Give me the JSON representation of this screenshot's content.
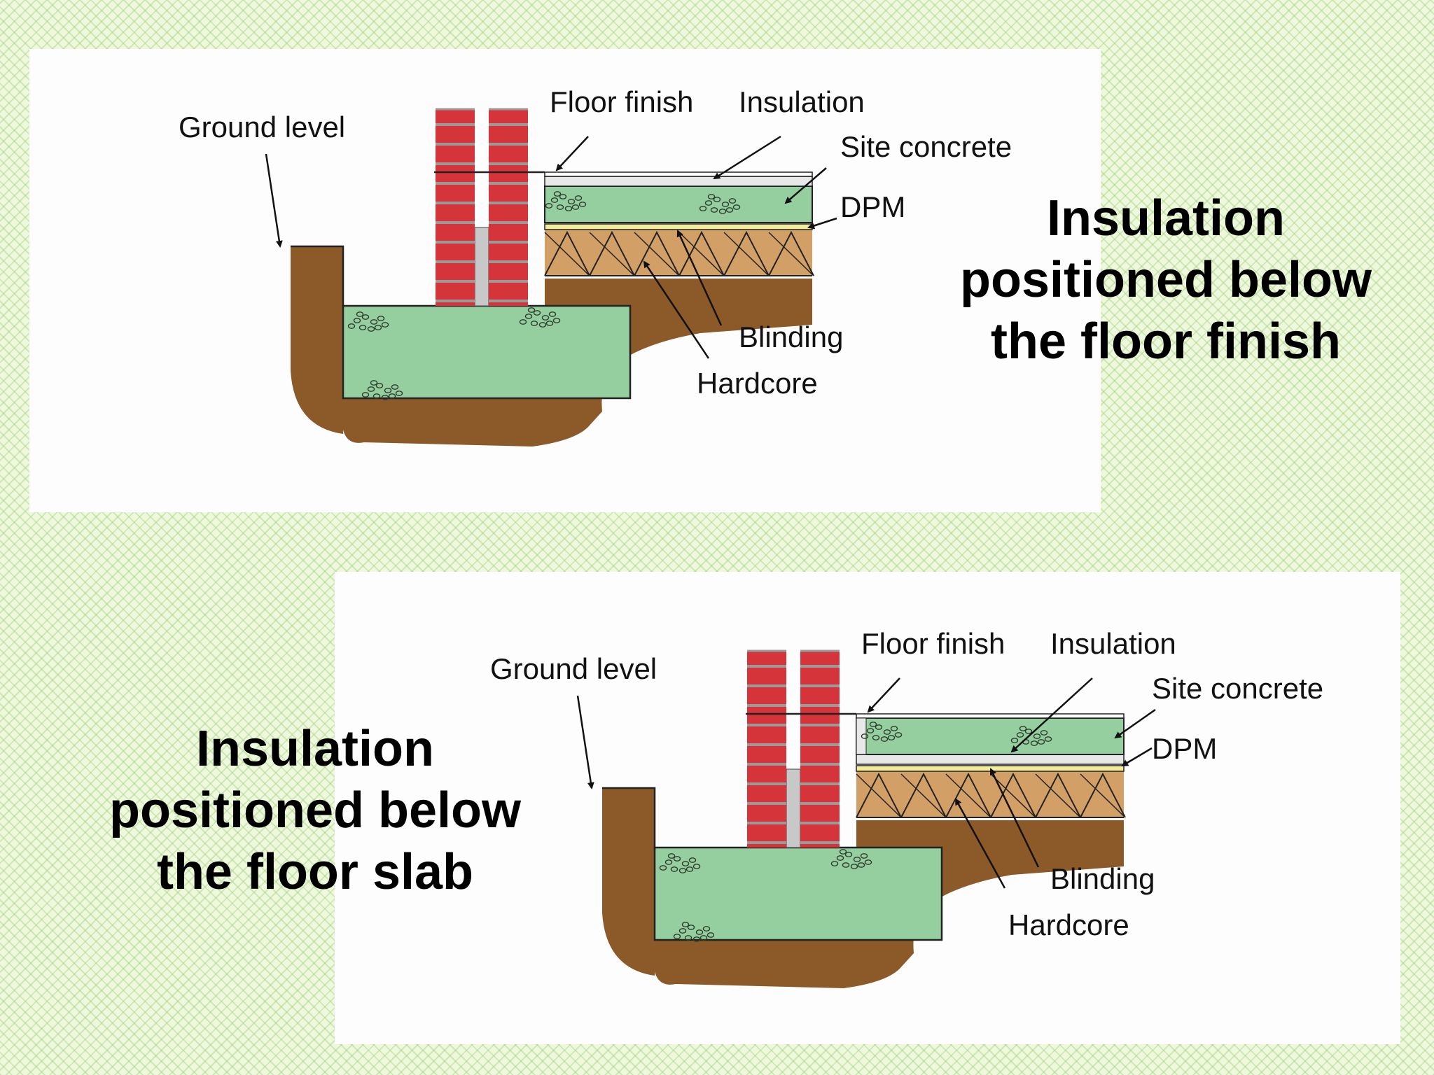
{
  "colors": {
    "soil": "#8b5a28",
    "concrete": "#95cf9f",
    "hardcore": "#d2a066",
    "brick": "#d6343b",
    "insulation": "#e8e8e8",
    "dpm": "#f4ed9c",
    "background": "#eef8dc"
  },
  "diagrams": [
    {
      "variant": "insulation-above-slab",
      "labels": {
        "ground_level": "Ground level",
        "floor_finish": "Floor finish",
        "insulation": "Insulation",
        "site_concrete": "Site concrete",
        "dpm": "DPM",
        "blinding": "Blinding",
        "hardcore": "Hardcore"
      },
      "caption": [
        "Insulation",
        "positioned below",
        "the floor finish"
      ]
    },
    {
      "variant": "insulation-below-slab",
      "labels": {
        "ground_level": "Ground level",
        "floor_finish": "Floor finish",
        "insulation": "Insulation",
        "site_concrete": "Site concrete",
        "dpm": "DPM",
        "blinding": "Blinding",
        "hardcore": "Hardcore"
      },
      "caption": [
        "Insulation",
        "positioned below",
        "the floor slab"
      ]
    }
  ]
}
